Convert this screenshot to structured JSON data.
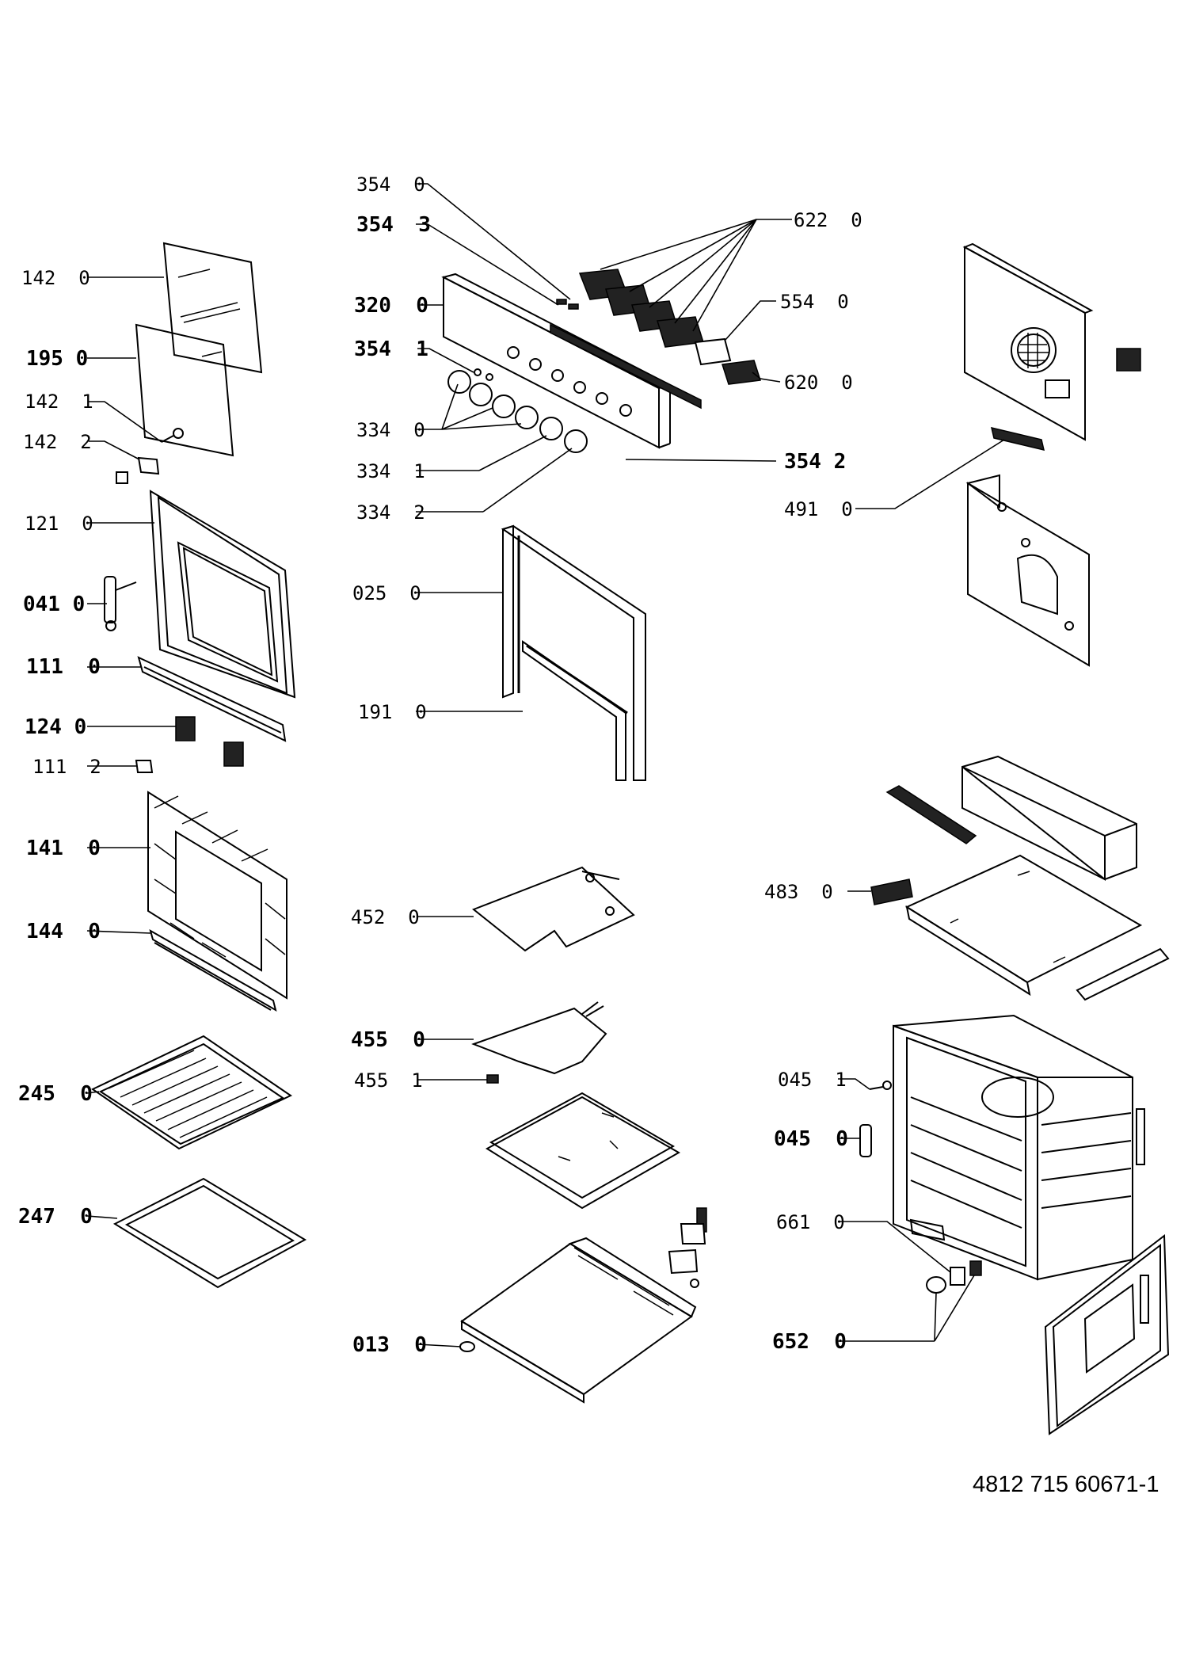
{
  "document_number": "4812 715 60671-1",
  "labels": {
    "l_142_0": "142  0",
    "l_195_0": "195 0",
    "l_142_1": "142  1",
    "l_142_2": "142  2",
    "l_121_0": "121  0",
    "l_041_0": "041 0",
    "l_111_0": "111  0",
    "l_124_0": "124 0",
    "l_111_2": "111  2",
    "l_141_0": "141  0",
    "l_144_0": "144  0",
    "l_245_0": "245  0",
    "l_247_0": "247  0",
    "l_354_0": "354  0",
    "l_354_3": "354  3",
    "l_320_0": "320  0",
    "l_354_1": "354  1",
    "l_334_0": "334  0",
    "l_334_1": "334  1",
    "l_334_2": "334  2",
    "l_354_2": "354 2",
    "l_622_0": "622  0",
    "l_554_0": "554  0",
    "l_620_0": "620  0",
    "l_491_0": "491  0",
    "l_025_0": "025  0",
    "l_191_0": "191  0",
    "l_452_0": "452  0",
    "l_455_0": "455  0",
    "l_455_1": "455  1",
    "l_013_0": "013  0",
    "l_483_0": "483  0",
    "l_045_1": "045  1",
    "l_045_0": "045  0",
    "l_661_0": "661  0",
    "l_652_0": "652  0"
  }
}
